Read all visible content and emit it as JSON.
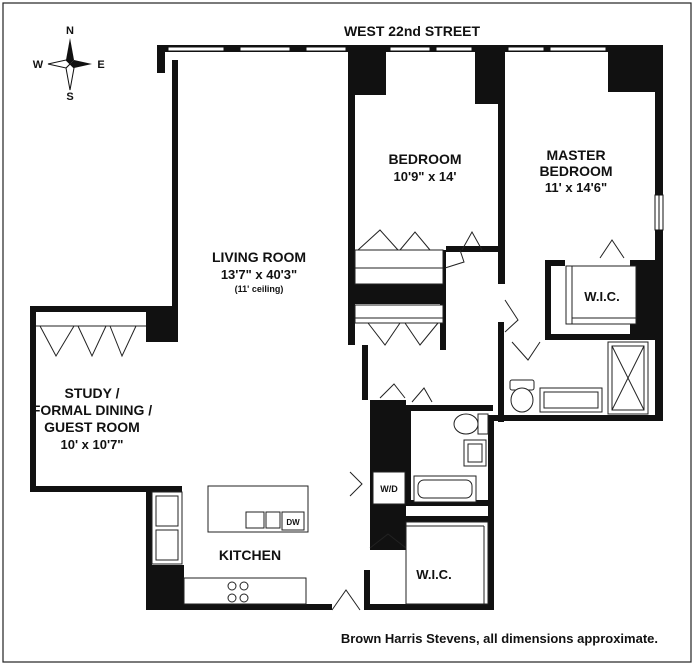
{
  "street": "WEST 22nd STREET",
  "compass": {
    "n": "N",
    "s": "S",
    "e": "E",
    "w": "W"
  },
  "rooms": {
    "living": {
      "name": "LIVING ROOM",
      "dims": "13'7\" x 40'3\"",
      "note": "(11' ceiling)"
    },
    "bedroom": {
      "name": "BEDROOM",
      "dims": "10'9\" x 14'"
    },
    "master": {
      "name1": "MASTER",
      "name2": "BEDROOM",
      "dims": "11' x 14'6\""
    },
    "study": {
      "line1": "STUDY /",
      "line2": "FORMAL DINING /",
      "line3": "GUEST ROOM",
      "dims": "10' x 10'7\""
    },
    "kitchen": {
      "name": "KITCHEN"
    },
    "wic_master": {
      "name": "W.I.C."
    },
    "wic_hall": {
      "name": "W.I.C."
    }
  },
  "fixtures": {
    "washer_dryer": "W/D",
    "dishwasher": "DW"
  },
  "footer": "Brown Harris Stevens, all dimensions approximate.",
  "colors": {
    "wall": "#111111",
    "line": "#222222",
    "background": "#ffffff"
  }
}
